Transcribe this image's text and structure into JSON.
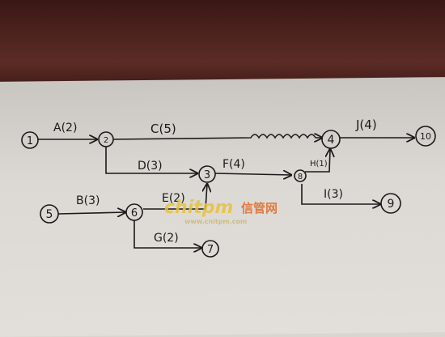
{
  "nodes": [
    {
      "id": "n1",
      "label": "1"
    },
    {
      "id": "n2",
      "label": "2"
    },
    {
      "id": "n3",
      "label": "3"
    },
    {
      "id": "n4",
      "label": "4"
    },
    {
      "id": "n5",
      "label": "5"
    },
    {
      "id": "n6",
      "label": "6"
    },
    {
      "id": "n7",
      "label": "7"
    },
    {
      "id": "n8",
      "label": "8"
    },
    {
      "id": "n9",
      "label": "9"
    },
    {
      "id": "n10",
      "label": "10"
    }
  ],
  "activities": [
    {
      "id": "A",
      "label": "A(2)",
      "from": "1",
      "to": "2"
    },
    {
      "id": "C",
      "label": "C(5)",
      "from": "2",
      "to": "4"
    },
    {
      "id": "D",
      "label": "D(3)",
      "from": "2",
      "to": "3"
    },
    {
      "id": "F",
      "label": "F(4)",
      "from": "3",
      "to": "8"
    },
    {
      "id": "H",
      "label": "H(1)",
      "from": "8",
      "to": "4"
    },
    {
      "id": "J",
      "label": "J(4)",
      "from": "4",
      "to": "10"
    },
    {
      "id": "I",
      "label": "I(3)",
      "from": "8",
      "to": "9"
    },
    {
      "id": "B",
      "label": "B(3)",
      "from": "5",
      "to": "6"
    },
    {
      "id": "E",
      "label": "E(2)",
      "from": "6",
      "to": "3"
    },
    {
      "id": "G",
      "label": "G(2)",
      "from": "6",
      "to": "7"
    }
  ],
  "watermark": {
    "brand": "chitpm",
    "cn": "信管网",
    "url": "www.cnitpm.com",
    "brand_color": "#e8c23a",
    "cn_color": "#e06a2a"
  },
  "colors": {
    "ink": "#1a1a1a",
    "paper": "#dcd9d4",
    "wood": "#4b221d"
  }
}
